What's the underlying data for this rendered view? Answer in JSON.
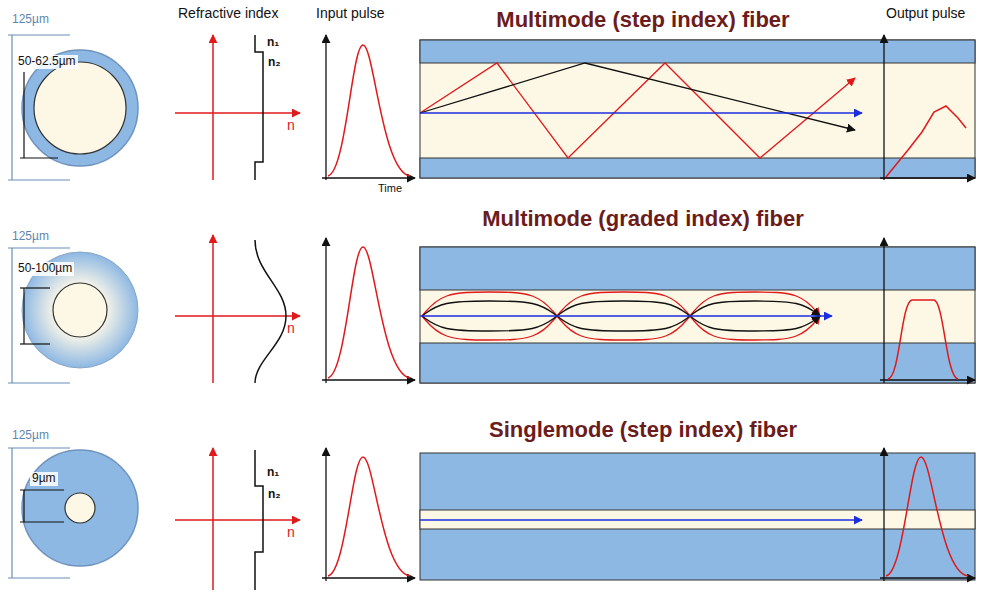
{
  "diagram": {
    "labels": [
      "Refractive index",
      "Input pulse",
      "Multimode (step index) fiber",
      "Output pulse",
      "125µm",
      "50-62.5µm",
      "n₁",
      "n₂",
      "n",
      "Time",
      "Multimode (graded index) fiber",
      "125µm",
      "50-100µm",
      "n",
      "Singlemode (step index) fiber",
      "125µm",
      "9µm",
      "n₁",
      "n₂",
      "n"
    ]
  }
}
